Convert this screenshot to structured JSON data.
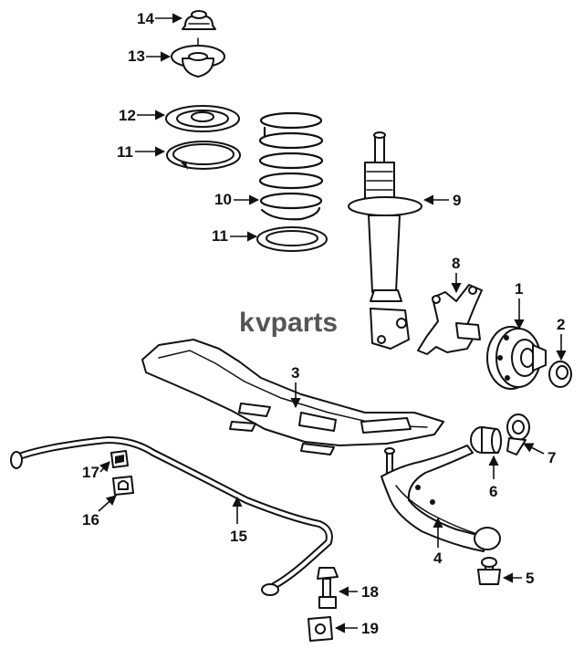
{
  "watermark": {
    "logo_text": "vparts",
    "logo_prefix": "k"
  },
  "callouts": [
    {
      "id": "c14",
      "label": "14"
    },
    {
      "id": "c13",
      "label": "13"
    },
    {
      "id": "c12",
      "label": "12"
    },
    {
      "id": "c11a",
      "label": "11"
    },
    {
      "id": "c10",
      "label": "10"
    },
    {
      "id": "c11b",
      "label": "11"
    },
    {
      "id": "c9",
      "label": "9"
    },
    {
      "id": "c8",
      "label": "8"
    },
    {
      "id": "c1",
      "label": "1"
    },
    {
      "id": "c2",
      "label": "2"
    },
    {
      "id": "c3",
      "label": "3"
    },
    {
      "id": "c17",
      "label": "17"
    },
    {
      "id": "c16",
      "label": "16"
    },
    {
      "id": "c15",
      "label": "15"
    },
    {
      "id": "c7",
      "label": "7"
    },
    {
      "id": "c6",
      "label": "6"
    },
    {
      "id": "c4",
      "label": "4"
    },
    {
      "id": "c5",
      "label": "5"
    },
    {
      "id": "c18",
      "label": "18"
    },
    {
      "id": "c19",
      "label": "19"
    }
  ]
}
